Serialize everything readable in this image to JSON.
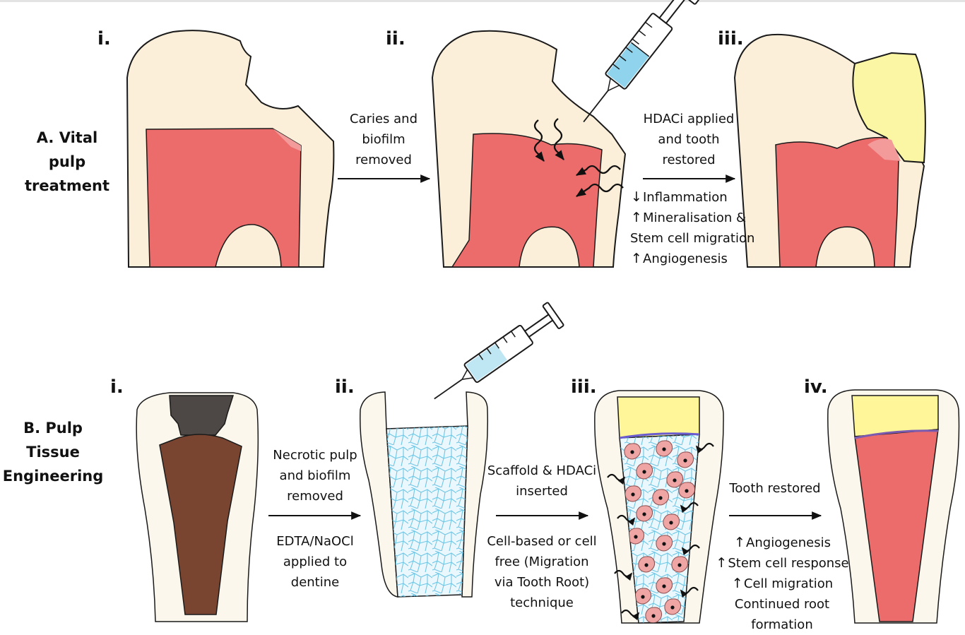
{
  "colors": {
    "enamel": "#fbefd9",
    "pulp": "#ec6b6b",
    "pulp_light": "#f39a9a",
    "filling": "#fbf6a4",
    "filling_bright": "#fff699",
    "necrotic": "#7a4530",
    "cavity": "#4d4745",
    "scaffold": "#8fd3ec",
    "cells": "#f0a5a5",
    "liquid": "#8fd3ec",
    "outline": "#1a1a1a",
    "line_blue": "#6b5bd1"
  },
  "panel_a": {
    "title_line1": "A. Vital pulp",
    "title_line2": "treatment",
    "numerals": [
      "i.",
      "ii.",
      "iii."
    ],
    "step1_lines": [
      "Caries and",
      "biofilm",
      "removed"
    ],
    "step2_lines": [
      "HDACi applied",
      "and tooth",
      "restored"
    ],
    "effects": [
      {
        "arrow": "↓",
        "text": "Inflammation"
      },
      {
        "arrow": "↑",
        "text": "Mineralisation &"
      },
      {
        "arrow": "",
        "text": "Stem cell migration"
      },
      {
        "arrow": "↑",
        "text": "Angiogenesis"
      }
    ]
  },
  "panel_b": {
    "title_line1": "B. Pulp Tissue",
    "title_line2": "Engineering",
    "numerals": [
      "i.",
      "ii.",
      "iii.",
      "iv."
    ],
    "step1_top": [
      "Necrotic pulp",
      "and biofilm",
      "removed"
    ],
    "step1_bottom": [
      "EDTA/NaOCl",
      "applied to",
      "dentine"
    ],
    "step2_top": [
      "Scaffold & HDACi",
      "inserted"
    ],
    "step2_bottom": [
      "Cell-based or cell",
      "free (Migration",
      "via Tooth Root)",
      "technique"
    ],
    "step3_top": [
      "Tooth restored"
    ],
    "effects": [
      {
        "arrow": "↑",
        "text": "Angiogenesis"
      },
      {
        "arrow": "↑",
        "text": "Stem cell response"
      },
      {
        "arrow": "↑",
        "text": "Cell migration"
      },
      {
        "arrow": "",
        "text": "Continued root"
      },
      {
        "arrow": "",
        "text": "formation"
      }
    ]
  }
}
